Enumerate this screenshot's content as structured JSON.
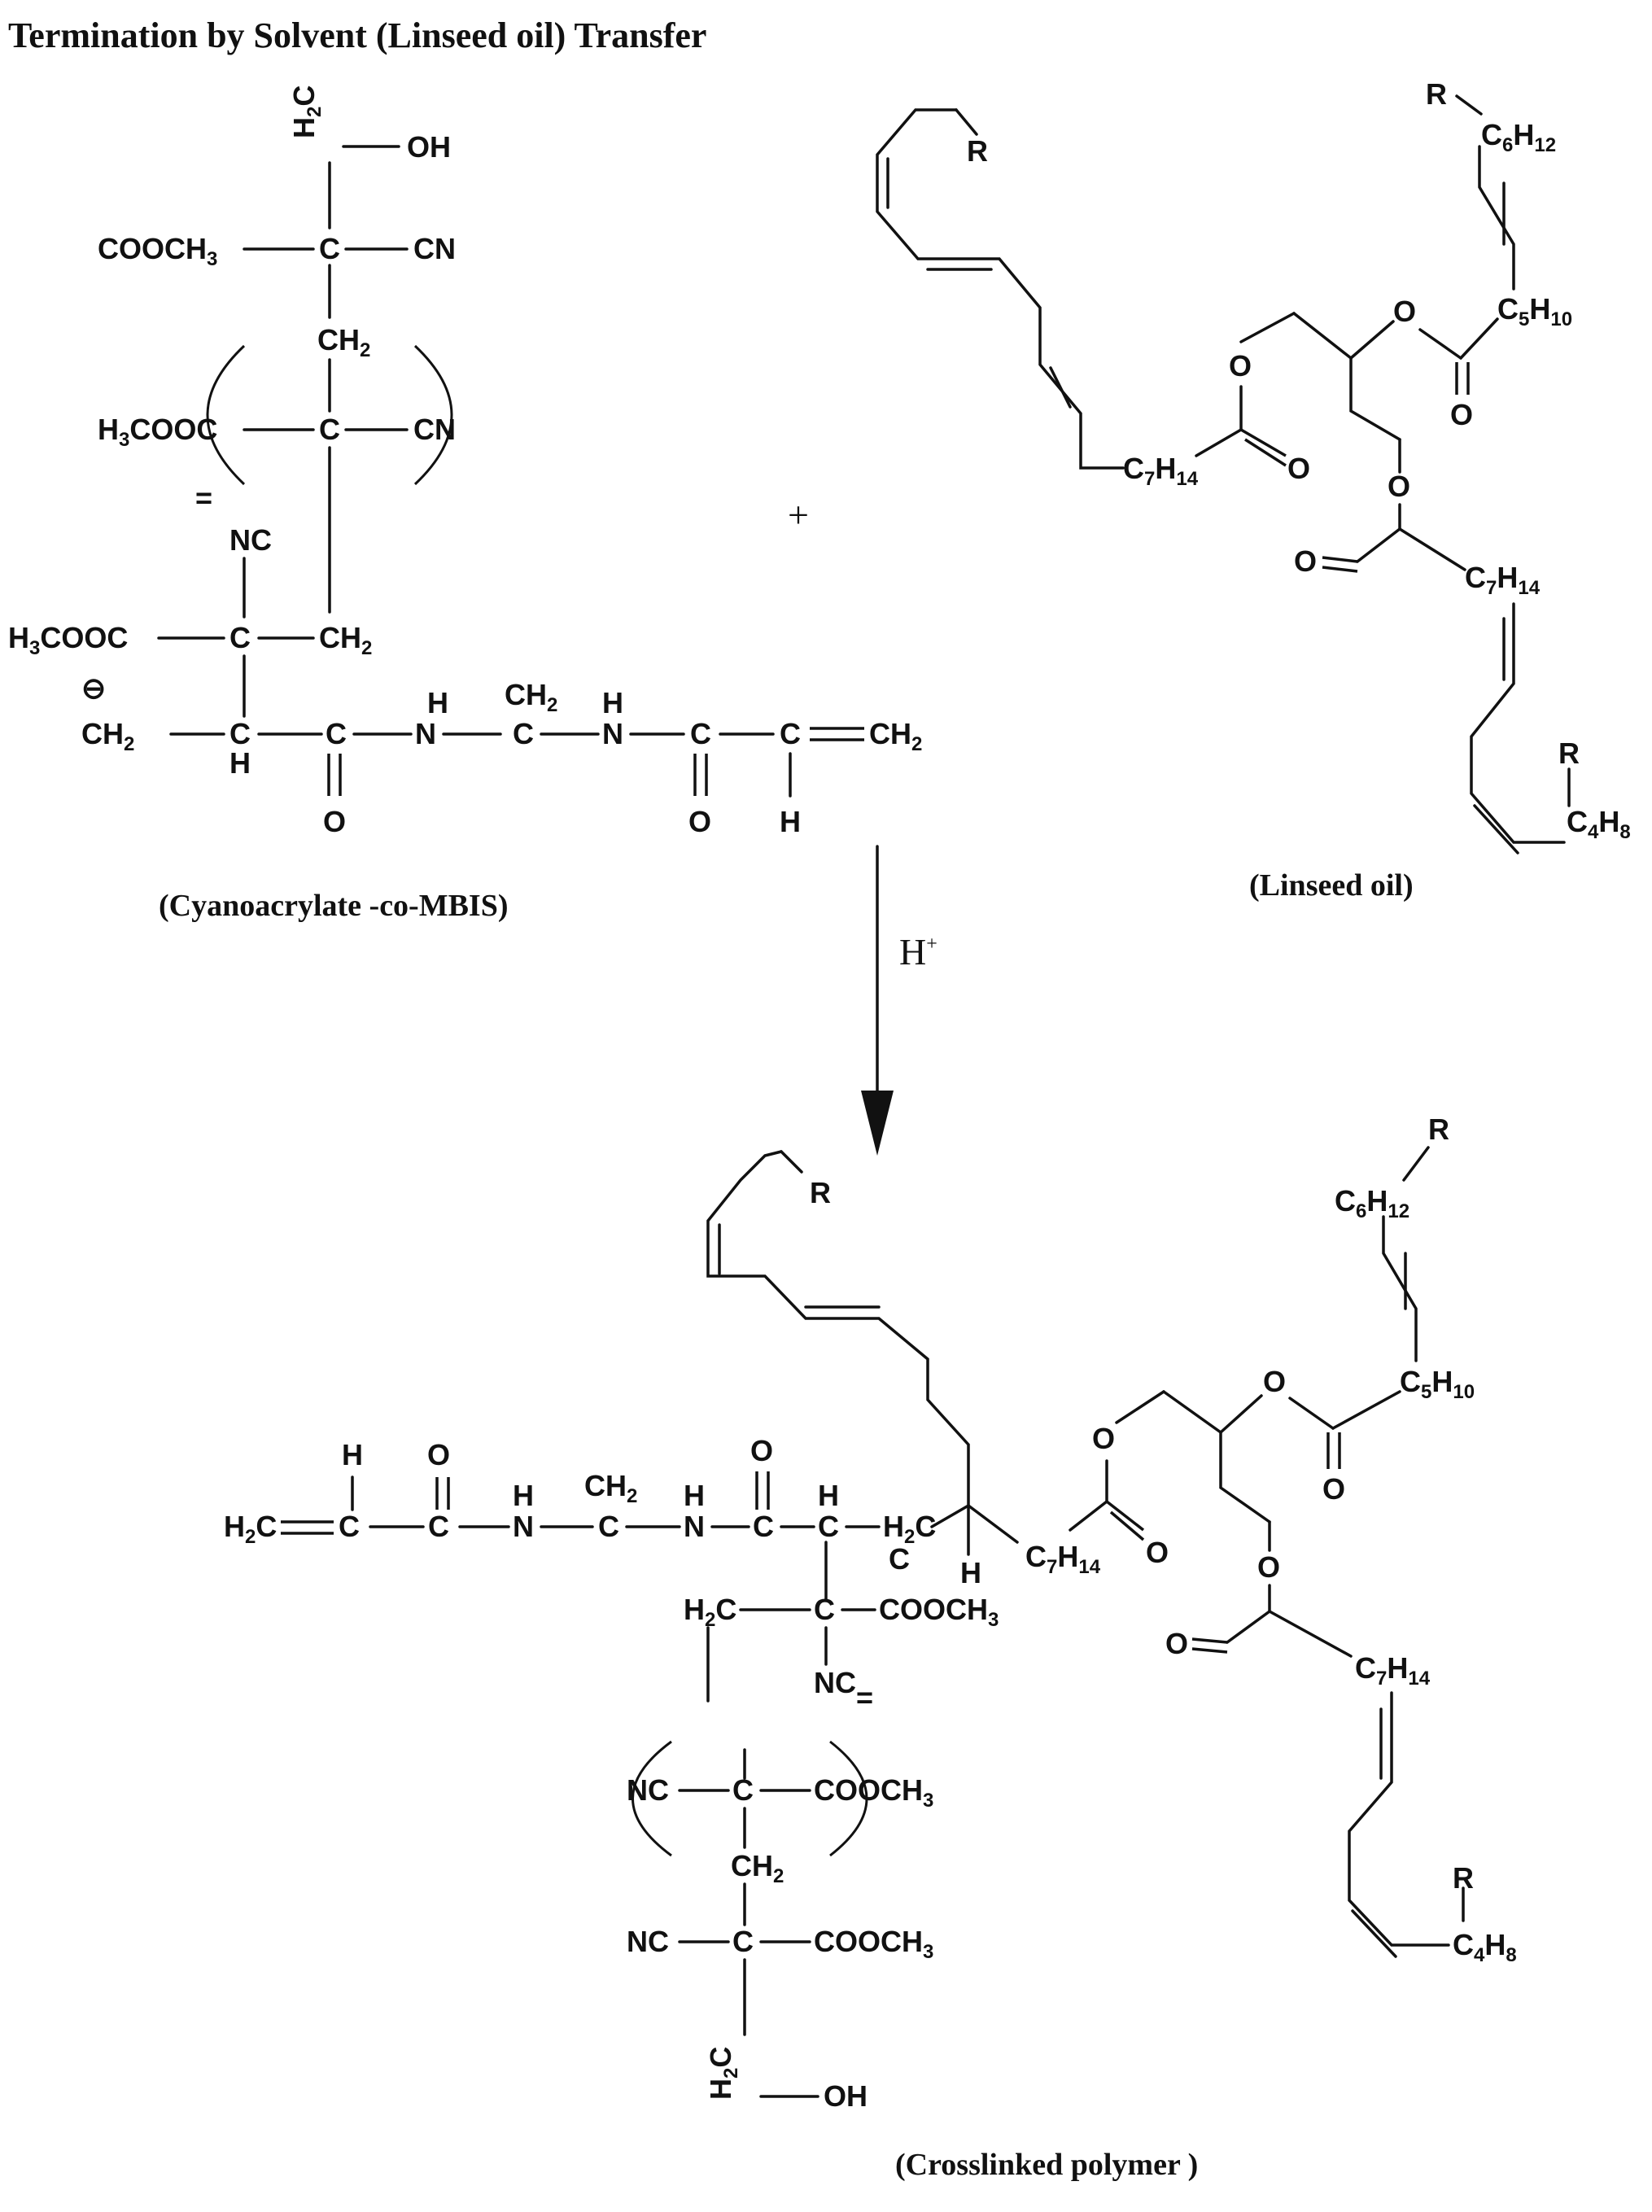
{
  "title": "Termination by Solvent (Linseed oil) Transfer",
  "labels": {
    "reactant1": "(Cyanoacrylate -co-MBIS)",
    "reactant2": "(Linseed oil)",
    "product": "(Crosslinked polymer )",
    "plus": "+",
    "reagent_base": "H",
    "reagent_sup": "+"
  },
  "atoms": {
    "h2c": "H2C",
    "oh": "OH",
    "cooch3": "COOCH3",
    "h3cooc": "H3COOC",
    "c": "C",
    "cn": "CN",
    "nc": "NC",
    "ch2": "CH2",
    "h": "H",
    "n": "N",
    "o": "O",
    "r": "R",
    "c7h14": "C7H14",
    "c6h12": "C6H12",
    "c5h10": "C5H10",
    "c4h8": "C4H8",
    "eq": "=",
    "minus": "⊖"
  },
  "colors": {
    "ink": "#111111",
    "background": "#ffffff"
  }
}
